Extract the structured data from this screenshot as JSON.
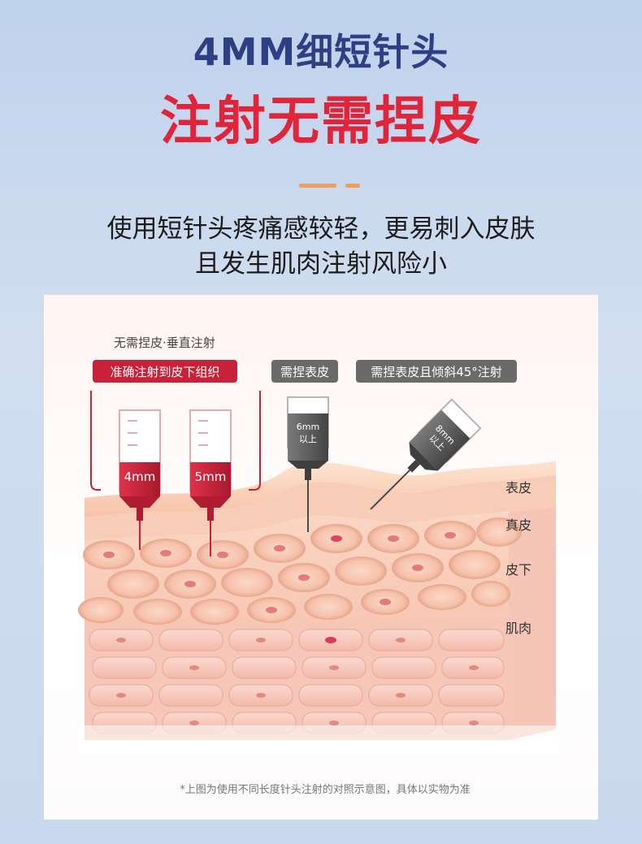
{
  "header": {
    "title_line1": "4MM细短针头",
    "title_line2": "注射无需捏皮",
    "desc_line1": "使用短针头疼痛感较轻，更易刺入皮肤",
    "desc_line2": "且发生肌肉注射风险小"
  },
  "diagram": {
    "group_label": "无需捏皮·垂直注射",
    "badge_red": "准确注射到皮下组织",
    "badge_gray1": "需捏表皮",
    "badge_gray2": "需捏表皮且倾斜45°注射",
    "needle1_len": "4mm",
    "needle2_len": "5mm",
    "needle3_len_a": "6mm",
    "needle3_len_b": "以上",
    "needle4_len_a": "8mm",
    "needle4_len_b": "以上",
    "layer_epidermis": "表皮",
    "layer_dermis": "真皮",
    "layer_subcutis": "皮下",
    "layer_muscle": "肌肉",
    "footnote": "*上图为使用不同长度针头注射的对照示意图，具体以实物为准"
  },
  "colors": {
    "title_blue": "#2f3f86",
    "title_red": "#e0243a",
    "accent_orange": "#e9a25a",
    "needle_red": "#c8213a",
    "needle_gray": "#5a5a5a"
  }
}
